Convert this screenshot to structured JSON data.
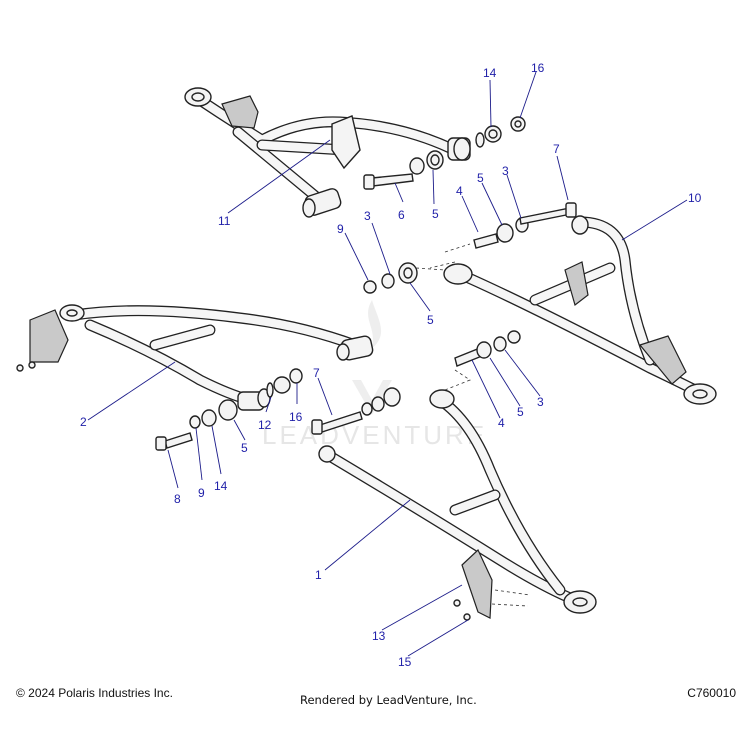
{
  "watermark": "LEADVENTURE",
  "footer": {
    "copyright": "© 2024 Polaris Industries Inc.",
    "rendered_by": "Rendered by LeadVenture, Inc.",
    "diagram_code": "C760010"
  },
  "callouts": [
    {
      "id": "c14a",
      "number": "14"
    },
    {
      "id": "c16a",
      "number": "16"
    },
    {
      "id": "c7a",
      "number": "7"
    },
    {
      "id": "c3a",
      "number": "3"
    },
    {
      "id": "c5a",
      "number": "5"
    },
    {
      "id": "c4a",
      "number": "4"
    },
    {
      "id": "c10",
      "number": "10"
    },
    {
      "id": "c6",
      "number": "6"
    },
    {
      "id": "c5b",
      "number": "5"
    },
    {
      "id": "c11",
      "number": "11"
    },
    {
      "id": "c9a",
      "number": "9"
    },
    {
      "id": "c3b",
      "number": "3"
    },
    {
      "id": "c5c",
      "number": "5"
    },
    {
      "id": "c2",
      "number": "2"
    },
    {
      "id": "c7b",
      "number": "7"
    },
    {
      "id": "c4b",
      "number": "4"
    },
    {
      "id": "c5d",
      "number": "5"
    },
    {
      "id": "c3c",
      "number": "3"
    },
    {
      "id": "c12",
      "number": "12"
    },
    {
      "id": "c16b",
      "number": "16"
    },
    {
      "id": "c5e",
      "number": "5"
    },
    {
      "id": "c14b",
      "number": "14"
    },
    {
      "id": "c9b",
      "number": "9"
    },
    {
      "id": "c8",
      "number": "8"
    },
    {
      "id": "c1",
      "number": "1"
    },
    {
      "id": "c13",
      "number": "13"
    },
    {
      "id": "c15",
      "number": "15"
    }
  ]
}
